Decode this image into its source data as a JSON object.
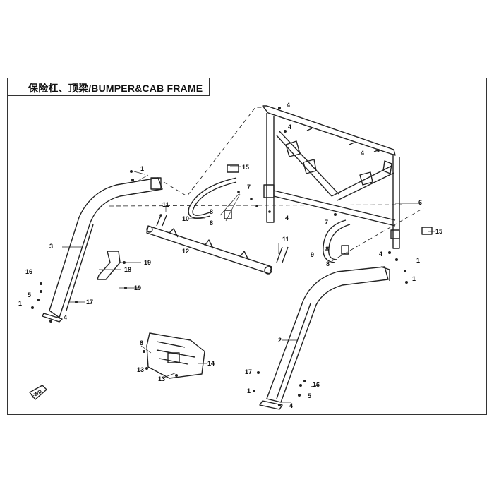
{
  "title": "保险杠、顶梁/BUMPER&CAB FRAME",
  "fwd_label": "FWD",
  "callouts": [
    "1",
    "2",
    "3",
    "4",
    "5",
    "6",
    "7",
    "8",
    "9",
    "10",
    "11",
    "12",
    "13",
    "14",
    "15",
    "16",
    "17",
    "18",
    "19"
  ]
}
